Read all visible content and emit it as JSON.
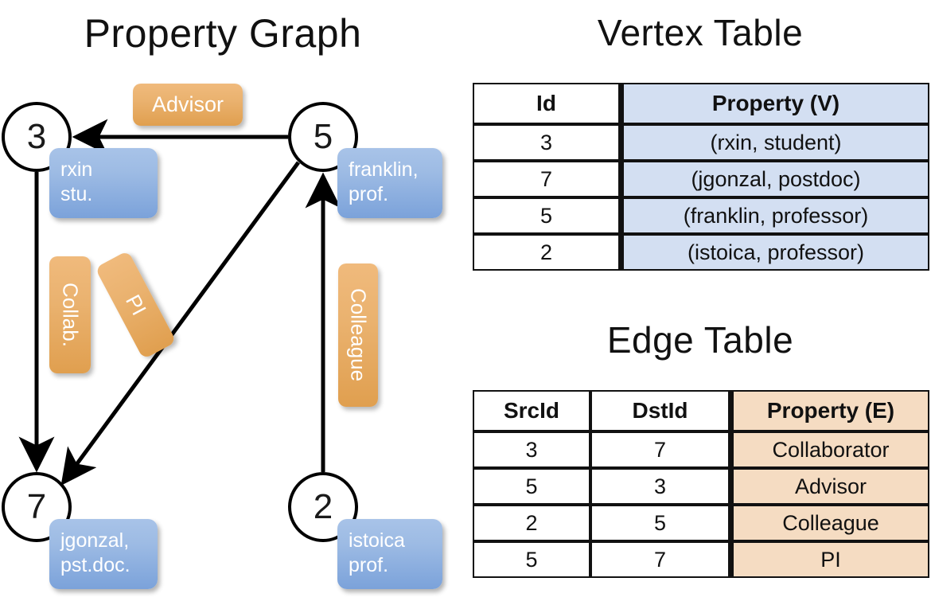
{
  "titles": {
    "property_graph": "Property Graph",
    "vertex_table": "Vertex Table",
    "edge_table": "Edge Table"
  },
  "graph": {
    "nodes": [
      {
        "id": "3",
        "label": "3",
        "property_lines": [
          "rxin",
          "stu."
        ]
      },
      {
        "id": "5",
        "label": "5",
        "property_lines": [
          "franklin,",
          "prof."
        ]
      },
      {
        "id": "7",
        "label": "7",
        "property_lines": [
          "jgonzal,",
          "pst.doc."
        ]
      },
      {
        "id": "2",
        "label": "2",
        "property_lines": [
          "istoica",
          "prof."
        ]
      }
    ],
    "edge_labels": [
      {
        "name": "advisor",
        "text": "Advisor",
        "orientation": "horizontal"
      },
      {
        "name": "collab",
        "text": "Collab.",
        "orientation": "vertical"
      },
      {
        "name": "pi",
        "text": "PI",
        "orientation": "rotated"
      },
      {
        "name": "colleague",
        "text": "Colleague",
        "orientation": "vertical"
      }
    ]
  },
  "vertex_table": {
    "headers": [
      "Id",
      "Property (V)"
    ],
    "rows": [
      {
        "id": "3",
        "property": "(rxin, student)"
      },
      {
        "id": "7",
        "property": "(jgonzal, postdoc)"
      },
      {
        "id": "5",
        "property": "(franklin, professor)"
      },
      {
        "id": "2",
        "property": "(istoica, professor)"
      }
    ]
  },
  "edge_table": {
    "headers": [
      "SrcId",
      "DstId",
      "Property (E)"
    ],
    "rows": [
      {
        "src": "3",
        "dst": "7",
        "property": "Collaborator"
      },
      {
        "src": "5",
        "dst": "3",
        "property": "Advisor"
      },
      {
        "src": "2",
        "dst": "5",
        "property": "Colleague"
      },
      {
        "src": "5",
        "dst": "7",
        "property": "PI"
      }
    ]
  },
  "colors": {
    "vertex_property_fill": "#d3dff2",
    "edge_property_fill": "#f5dcc2",
    "node_box_blue": "#7ba2da",
    "edge_label_orange": "#e09f4f",
    "stroke": "#000000",
    "background": "#ffffff"
  }
}
